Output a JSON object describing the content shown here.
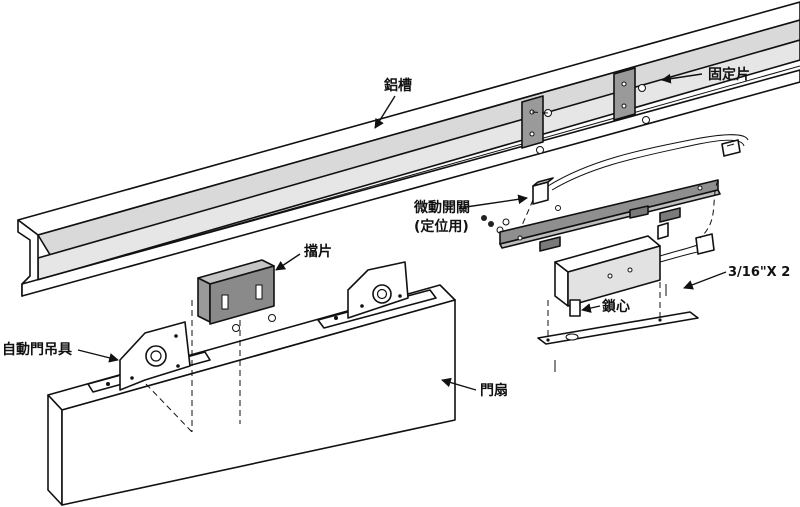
{
  "labels": {
    "aluminum_track": "鋁槽",
    "fixing_plate": "固定片",
    "micro_switch": "微動開關",
    "positioning": "(定位用)",
    "stopper": "擋片",
    "screw_spec": "3/16\"X 2",
    "lock_core": "鎖心",
    "hanger": "自動門吊具",
    "door_leaf": "門扇"
  },
  "colors": {
    "line": "#111111",
    "light_gray": "#dcdcdc",
    "mid_gray": "#bdbdbd",
    "dark_gray": "#8a8a8a",
    "white": "#ffffff"
  }
}
